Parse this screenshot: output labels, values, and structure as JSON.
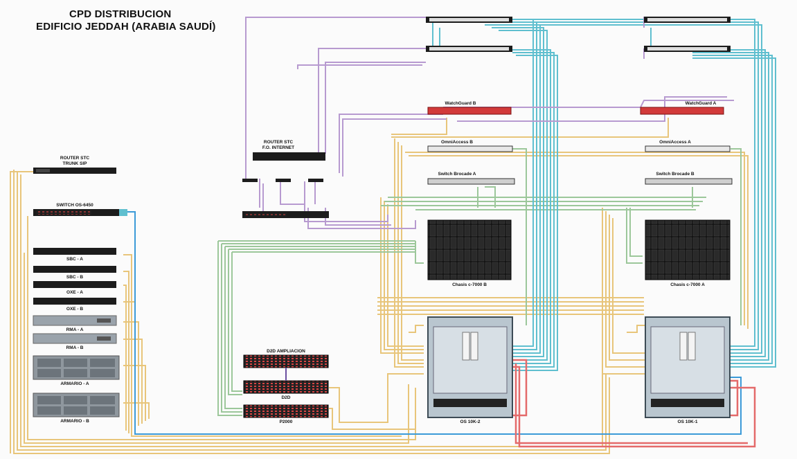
{
  "title": {
    "line1": "CPD DISTRIBUCION",
    "line2": "EDIFICIO JEDDAH (ARABIA SAUDÍ)"
  },
  "colors": {
    "yellow": "#e8c57a",
    "green": "#9cc79a",
    "cyan": "#5fbfcf",
    "purple": "#b79ad0",
    "blue": "#3b9ad8",
    "red": "#e46a6a",
    "device_dark": "#1c1c1c",
    "firewall_red": "#d23a3a"
  },
  "labels": {
    "router_stc_trunk_1": "ROUTER STC",
    "router_stc_trunk_2": "TRUNK SIP",
    "switch_os6450": "SWITCH OS-6450",
    "sbc_a": "SBC - A",
    "sbc_b": "SBC - B",
    "oxe_a": "OXE - A",
    "oxe_b": "OXE - B",
    "rma_a": "RMA - A",
    "rma_b": "RMA - B",
    "armario_a": "ARMARIO - A",
    "armario_b": "ARMARIO - B",
    "router_stc_inet_1": "ROUTER STC",
    "router_stc_inet_2": "F.O. INTERNET",
    "watchguard_b": "WatchGuard B",
    "watchguard_a": "WatchGuard A",
    "omniaccess_b": "OmniAccess B",
    "omniaccess_a": "OmniAccess A",
    "switch_brocade_a": "Switch Brocade A",
    "switch_brocade_b": "Switch Brocade B",
    "chasis_b": "Chasis c-7000 B",
    "chasis_a": "Chasis c-7000 A",
    "d2d_ampliacion": "D2D AMPLIACION",
    "d2d": "D2D",
    "p2000": "P2000",
    "os10k_2": "OS 10K-2",
    "os10k_1": "OS 10K-1"
  }
}
